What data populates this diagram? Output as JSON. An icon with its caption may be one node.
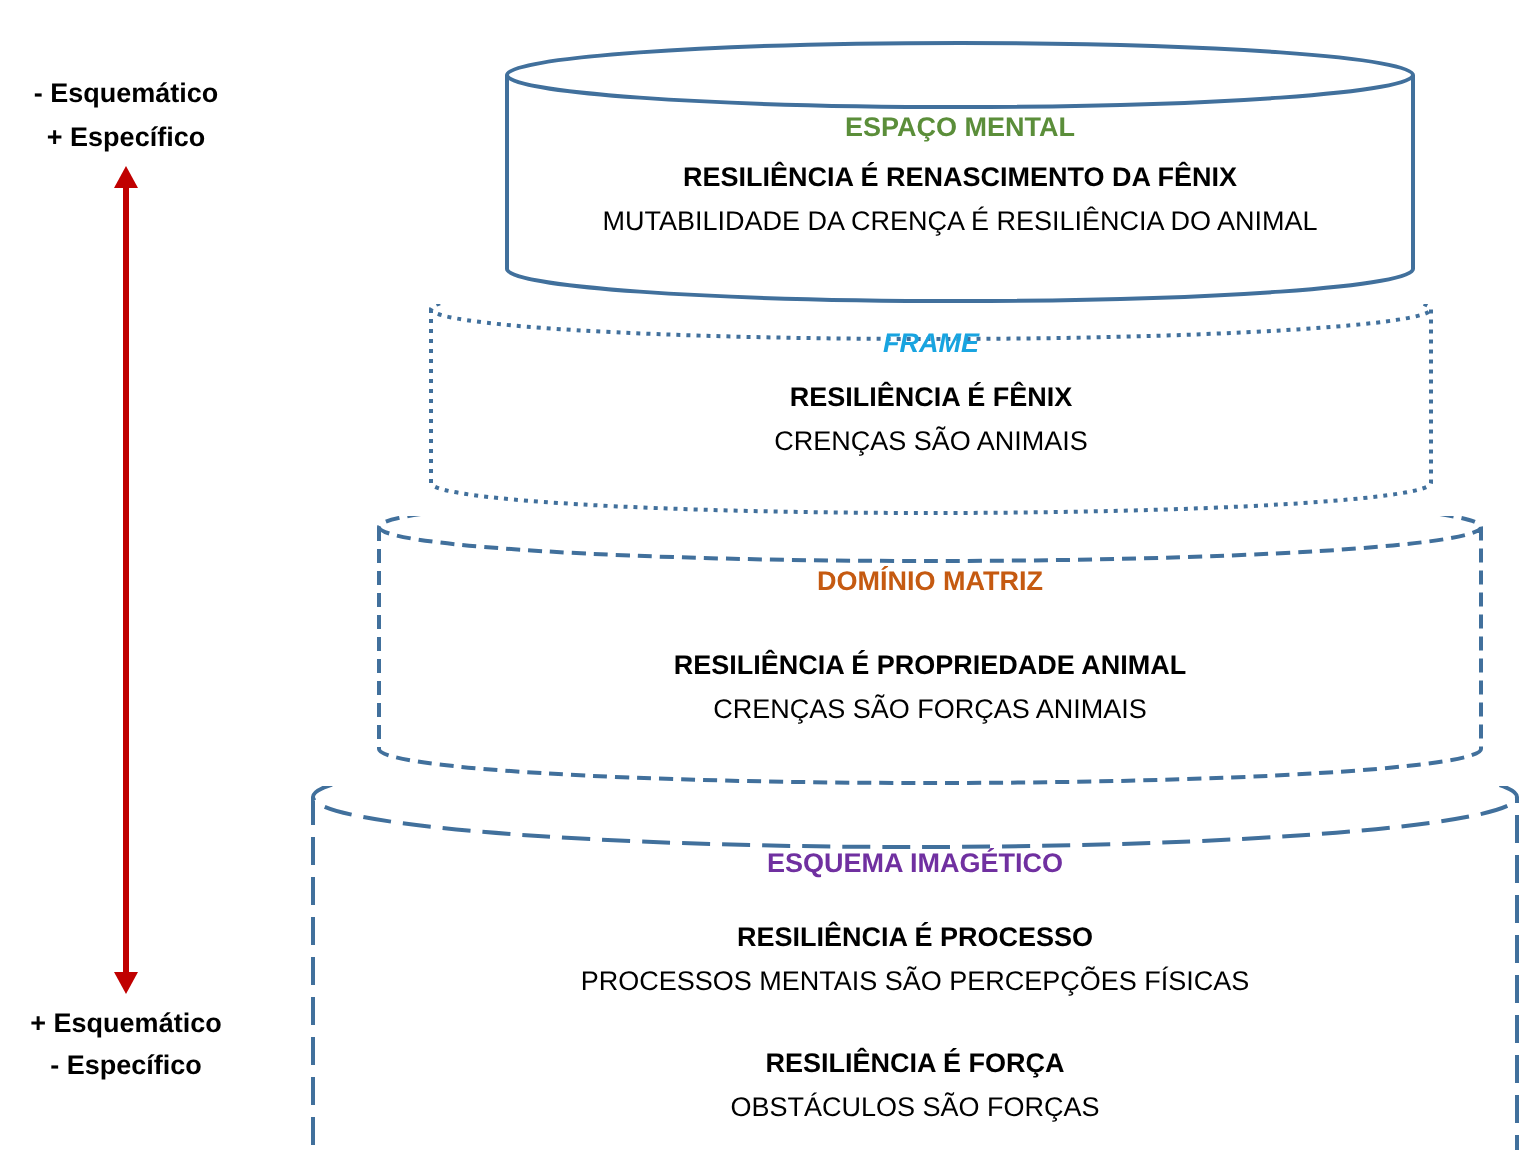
{
  "diagram": {
    "nodes": [
      {
        "text": [
          "ESPAÇO MENTAL",
          "RESILIÊNCIA É RENASCIMENTO DA FÊNIX",
          "MUTABILIDADE DA CRENÇA É RESILIÊNCIA DO ANIMAL"
        ]
      },
      {
        "text": [
          "FRAME",
          "RESILIÊNCIA É FÊNIX",
          "CRENÇAS SÃO ANIMAIS"
        ]
      },
      {
        "text": [
          "DOMÍNIO MATRIZ",
          "RESILIÊNCIA É PROPRIEDADE ANIMAL",
          "CRENÇAS SÃO FORÇAS ANIMAIS"
        ]
      },
      {
        "text": [
          "ESQUEMA IMAGÉTICO",
          "RESILIÊNCIA É PROCESSO",
          "PROCESSOS MENTAIS SÃO PERCEPÇÕES FÍSICAS",
          "RESILIÊNCIA É FORÇA",
          "OBSTÁCULOS SÃO FORÇAS"
        ]
      }
    ],
    "edges": [],
    "labels": [
      "- Esquemático",
      "+ Específico",
      "+ Esquemático",
      "- Específico"
    ]
  }
}
